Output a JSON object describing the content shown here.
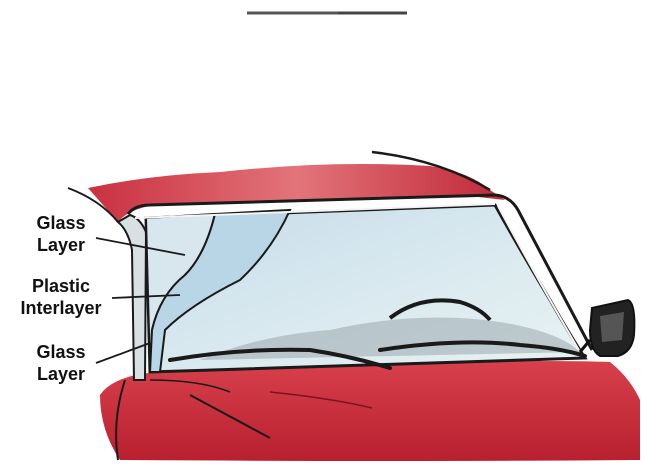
{
  "labels": {
    "glass_layer_top": [
      "Glass",
      "Layer"
    ],
    "plastic_interlayer": [
      "Plastic",
      "Interlayer"
    ],
    "glass_layer_bottom": [
      "Glass",
      "Layer"
    ]
  },
  "colors": {
    "car_body": "#c4283a",
    "car_body_light": "#e88c8e",
    "glass": "#cfe3ee",
    "glass_highlight": "#e9f4f5",
    "outline": "#1a1a1a"
  }
}
